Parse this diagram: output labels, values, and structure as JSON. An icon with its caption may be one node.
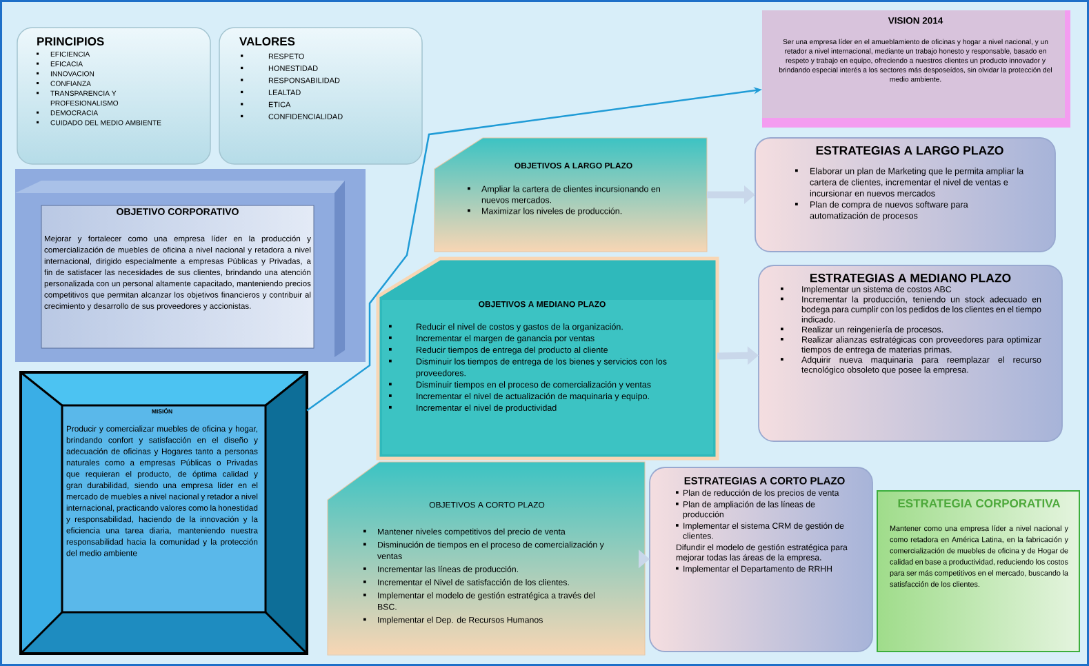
{
  "diagram": {
    "nodes": [
      {
        "text": [
          "PRINCIPIOS",
          "EFICIENCIA",
          "EFICACIA",
          "INNOVACION",
          "CONFIANZA",
          "TRANSPARENCIA Y PROFESIONALISMO",
          "DEMOCRACIA",
          "CUIDADO DEL MEDIO AMBIENTE"
        ]
      },
      {
        "text": [
          "VALORES",
          "RESPETO",
          "HONESTIDAD",
          "RESPONSABILIDAD",
          "LEALTAD",
          "ETICA",
          "CONFIDENCIALIDAD"
        ]
      },
      {
        "text": [
          "OBJETIVO CORPORATIVO",
          "Mejorar y fortalecer como una empresa líder en la producción y comercialización de muebles de oficina a nivel nacional y retadora a nivel internacional, dirigido especialmente a empresas Públicas y Privadas, a fin de satisfacer las necesidades de sus clientes, brindando una atención personalizada con un personal altamente capacitado, manteniendo precios competitivos que permitan alcanzar los objetivos financieros y contribuir al crecimiento y desarrollo de sus proveedores y accionistas."
        ]
      },
      {
        "text": [
          "MISIÓN",
          "Producir y comercializar muebles de oficina y hogar, brindando confort y satisfacción en el diseño y adecuación de oficinas y Hogares tanto a personas naturales como a empresas Públicas o Privadas que requieran el producto, de óptima calidad y gran durabilidad, siendo una empresa líder en el mercado de muebles a nivel nacional y retador a nivel internacional, practicando valores como la honestidad y responsabilidad, haciendo de la innovación y la eficiencia una tarea diaria, manteniendo nuestra responsabilidad hacia la comunidad y la protección del medio ambiente"
        ]
      },
      {
        "text": [
          "OBJETIVOS A LARGO PLAZO",
          "Ampliar la cartera de clientes incursionando en nuevos mercados.",
          "Maximizar los niveles de producción."
        ]
      },
      {
        "text": [
          "OBJETIVOS A MEDIANO PLAZO",
          "Reducir el nivel de costos y gastos de la organización.",
          "Incrementar el margen de ganancia por ventas",
          "Reducir tiempos de entrega del producto al cliente",
          "Disminuir los tiempos de entrega de los bienes y servicios con los proveedores.",
          "Disminuir tiempos en el proceso de comercialización y ventas",
          "Incrementar el nivel de actualización de maquinaria y equipo.",
          "Incrementar el nivel de productividad"
        ]
      },
      {
        "text": [
          "OBJETIVOS A CORTO PLAZO",
          "Mantener niveles competitivos del precio de venta",
          "Disminución de tiempos en el proceso de comercialización y ventas",
          "Incrementar las líneas de producción.",
          "Incrementar el Nivel de satisfacción de los clientes.",
          "Implementar el modelo de gestión estratégica a través del BSC.",
          "Implementar el Dep. de Recursos Humanos"
        ]
      },
      {
        "text": [
          "VISION 2014",
          "Ser una empresa líder en el amueblamiento de oficinas y hogar a nivel nacional, y un retador a nivel internacional, mediante un trabajo honesto y responsable, basado en respeto y trabajo en equipo, ofreciendo a nuestros clientes un producto innovador y brindando especial interés a los sectores más desposeídos, sin olvidar la protección del medio ambiente."
        ]
      },
      {
        "text": [
          "ESTRATEGIAS A LARGO PLAZO",
          "Elaborar un plan de Marketing que le permita ampliar la cartera de clientes, incrementar el nivel de ventas e incursionar en nuevos mercados",
          "Plan de compra de nuevos software para automatización de procesos"
        ]
      },
      {
        "text": [
          "ESTRATEGIAS A MEDIANO PLAZO",
          "Implementar un sistema de costos ABC",
          "Incrementar la producción, teniendo un stock adecuado en bodega para cumplir con los pedidos de los clientes en el tiempo indicado.",
          "Realizar un reingeniería de procesos.",
          "Realizar alianzas estratégicas con proveedores para optimizar tiempos de entrega de materias primas.",
          "Adquirir nueva maquinaria para reemplazar el recurso tecnológico obsoleto que posee la empresa."
        ]
      },
      {
        "text": [
          "ESTRATEGIAS A CORTO PLAZO",
          "Plan de reducción de los precios de venta",
          "Plan de ampliación de las líneas de producción",
          "Implementar el sistema CRM de gestión de clientes.",
          "Difundir el modelo de gestión estratégica para mejorar todas las áreas de la empresa.",
          "Implementar el Departamento de RRHH"
        ]
      },
      {
        "text": [
          "ESTRATEGIA CORPORATIVA",
          "Mantener como una empresa líder a nivel nacional y como retadora en América Latina, en la fabricación y comercialización de muebles de oficina y de Hogar de calidad en base a productividad, reduciendo los costos para ser más competitivos en el mercado, buscando la satisfacción de los clientes."
        ]
      }
    ],
    "edges": [
      {
        "from": 3,
        "to": 7,
        "arrow": "to",
        "color": "#1f9bd6"
      },
      {
        "from": 4,
        "to": 8,
        "arrow": "to"
      },
      {
        "from": 5,
        "to": 9,
        "arrow": "to"
      },
      {
        "from": 6,
        "to": 10,
        "arrow": "to"
      }
    ]
  }
}
